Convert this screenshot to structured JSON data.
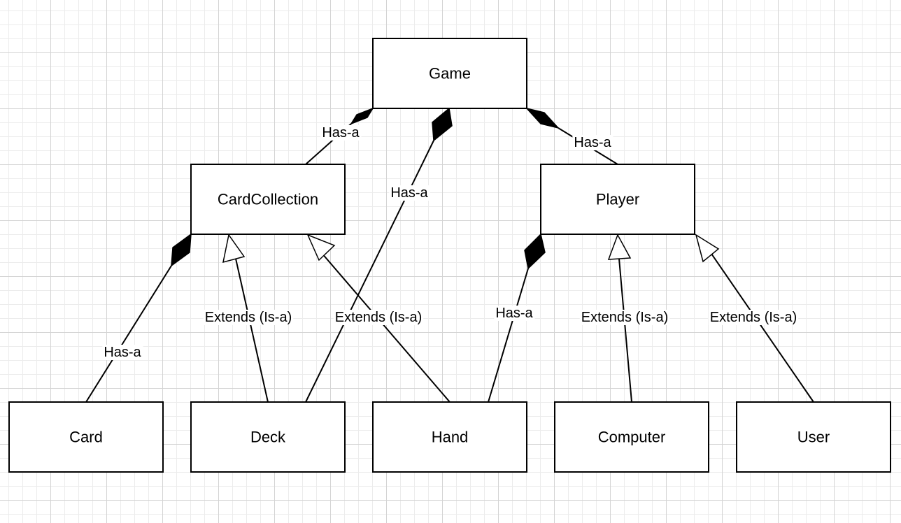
{
  "classes": {
    "game": "Game",
    "cardcollection": "CardCollection",
    "player": "Player",
    "card": "Card",
    "deck": "Deck",
    "hand": "Hand",
    "computer": "Computer",
    "user": "User"
  },
  "relations": {
    "game_cardcollection": "Has-a",
    "game_deck": "Has-a",
    "game_player": "Has-a",
    "cardcollection_card": "Has-a",
    "deck_extends_cardcollection": "Extends (Is-a)",
    "hand_extends_cardcollection": "Extends (Is-a)",
    "player_hand": "Has-a",
    "computer_extends_player": "Extends (Is-a)",
    "user_extends_player": "Extends (Is-a)"
  },
  "colors": {
    "stroke": "#000000",
    "box_fill": "#ffffff",
    "grid": "#d4d4d4"
  }
}
